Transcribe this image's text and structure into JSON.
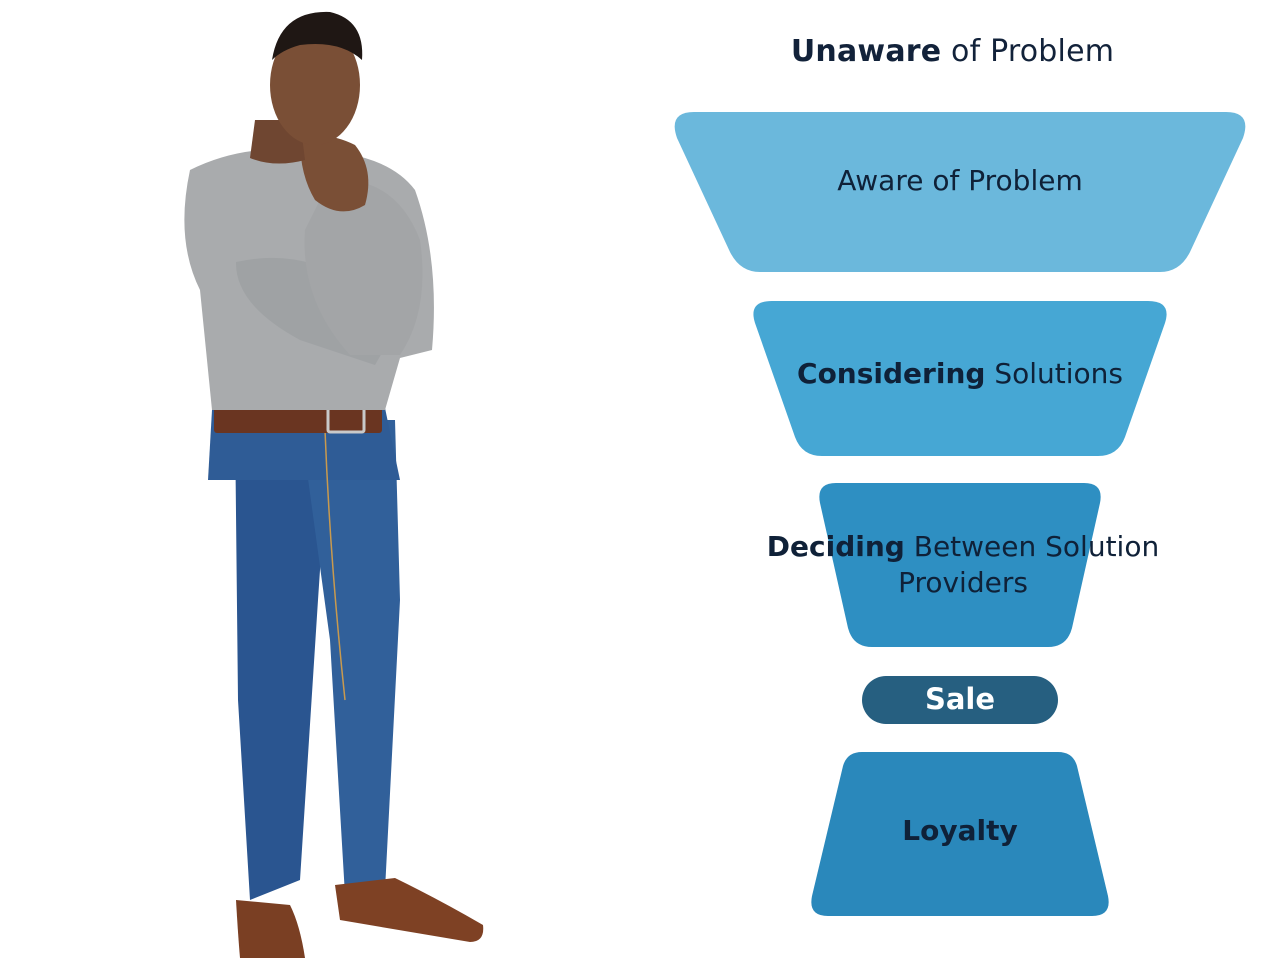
{
  "title": {
    "bold": "Unaware",
    "rest": " of Problem"
  },
  "stages": [
    {
      "bold": "",
      "rest": "Aware of Problem",
      "color": "#6bb8dc"
    },
    {
      "bold": "Considering",
      "rest": " Solutions",
      "color": "#46a7d4"
    },
    {
      "bold": "Deciding",
      "rest": " Between Solution Providers",
      "color": "#2e8fc2"
    },
    {
      "bold": "Sale",
      "rest": "",
      "color": "#265f80"
    },
    {
      "bold": "Loyalty",
      "rest": "",
      "color": "#2a88bb"
    }
  ],
  "colors": {
    "text_dark": "#12223a",
    "sweater": "#a9abad",
    "jeans": "#2d5a93",
    "belt": "#6a3521",
    "shoes": "#7a3f23",
    "skin": "#7a4f36",
    "hair": "#1f1714"
  }
}
